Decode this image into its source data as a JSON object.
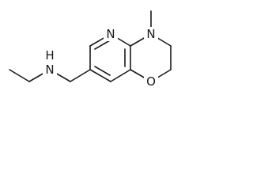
{
  "molecule": {
    "atoms": {
      "n_ring": "N",
      "n_amine": "N",
      "n_amine_h": "H",
      "n_methyl": "N",
      "o_ring": "O"
    }
  },
  "colors": {
    "bond": "#1a1a1a",
    "background": "#ffffff"
  }
}
